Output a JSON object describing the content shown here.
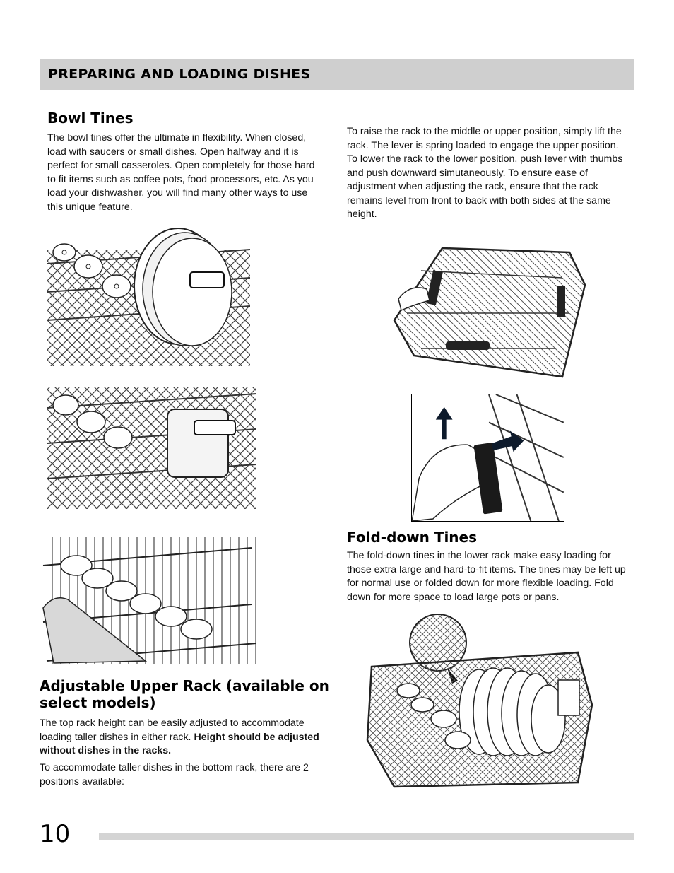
{
  "header": {
    "title": "PREPARING AND LOADING DISHES"
  },
  "bowl_tines": {
    "heading": "Bowl Tines",
    "body": "The bowl tines offer the ultimate in flexibility. When closed, load with saucers or small dishes. Open halfway and it is perfect for small casseroles. Open completely for those hard to fit items such as coffee pots, food processors, etc. As you load your dishwasher, you will find many other ways to use this unique feature."
  },
  "adjustable_rack": {
    "heading": "Adjustable Upper Rack (available on select models)",
    "body_intro": "The top rack height can be easily adjusted to accommodate loading taller dishes in either rack.",
    "body_bold": "Height should be adjusted without dishes in the racks.",
    "body2": "To accommodate taller dishes in the bottom rack, there are 2 positions available:",
    "raise_lower": "To raise the rack to the middle or upper position, simply lift the rack.  The lever is spring loaded to engage the upper position.  To lower the rack to the lower  position, push lever with thumbs and push  downward simutaneously.  To ensure ease of adjustment when adjusting the rack, ensure that the rack remains level from front to back with both sides at the same height."
  },
  "fold_down": {
    "heading": "Fold-down Tines",
    "body": "The fold-down tines in the lower rack make easy loading for those extra large and hard-to-fit items. The tines may be left up for normal use or folded down for more flexible loading. Fold down for more space to load large pots or pans."
  },
  "footer": {
    "page_number": "10"
  }
}
